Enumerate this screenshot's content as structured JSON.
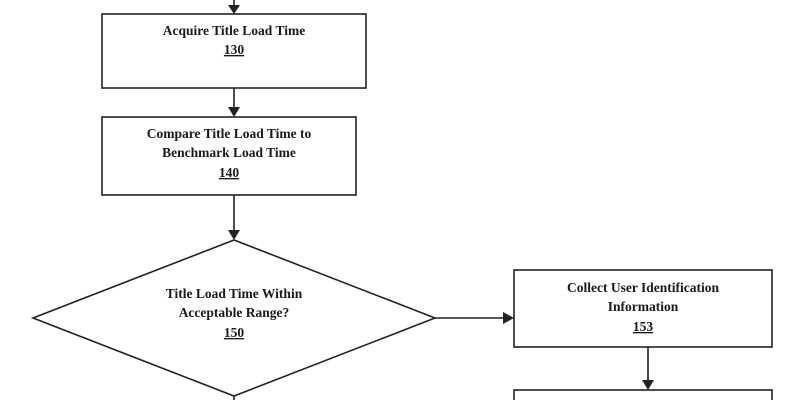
{
  "diagram": {
    "nodes": {
      "acquire": {
        "lines": [
          "Acquire Title Load Time"
        ],
        "ref": "130"
      },
      "compare": {
        "lines": [
          "Compare Title Load Time to",
          "Benchmark Load Time"
        ],
        "ref": "140"
      },
      "decision": {
        "lines": [
          "Title Load Time Within",
          "Acceptable Range?"
        ],
        "ref": "150"
      },
      "collect": {
        "lines": [
          "Collect User Identification",
          "Information"
        ],
        "ref": "153"
      }
    },
    "colors": {
      "stroke": "#222222",
      "fill": "#ffffff",
      "text": "#1a1a1a"
    }
  }
}
